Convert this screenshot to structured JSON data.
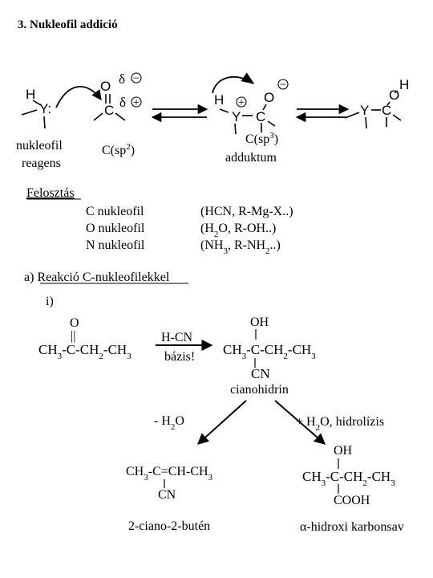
{
  "title": "3. Nukleofil addició",
  "mechanism": {
    "nucleophile_atoms": {
      "h": "H",
      "y": "Y:"
    },
    "carbonyl_atoms": {
      "o": "O",
      "c": "C",
      "delta_minus": "δ",
      "delta_plus": "δ"
    },
    "intermediate_atoms": {
      "h": "H",
      "o": "O",
      "y": "Y",
      "c": "C"
    },
    "product_atoms": {
      "h": "H",
      "o": "O",
      "y": "Y",
      "c": "C"
    },
    "minus_sign": "−",
    "plus_sign": "+"
  },
  "labels": {
    "nucleophile_line1": "nukleofil",
    "nucleophile_line2": "reagens",
    "csp2_main": "C(sp",
    "csp2_sup": "2",
    "csp2_close": ")",
    "csp3_main": "C(sp",
    "csp3_sup": "3",
    "csp3_close": ")",
    "adduct": "adduktum"
  },
  "classification": {
    "heading": "Felosztás",
    "rows": [
      {
        "name": "C nukleofil",
        "example_parts": [
          {
            "t": "(HCN, R-Mg-X..)"
          }
        ]
      },
      {
        "name": "O nukleofil",
        "example_parts": [
          {
            "t": "(H"
          },
          {
            "sub": "2"
          },
          {
            "t": "O, R-OH..)"
          }
        ]
      },
      {
        "name": "N nukleofil",
        "example_parts": [
          {
            "t": "(NH"
          },
          {
            "sub": "3"
          },
          {
            "t": ", R-NH"
          },
          {
            "sub": "2"
          },
          {
            "t": "..)"
          }
        ]
      }
    ]
  },
  "section_a": {
    "prefix": "a) ",
    "heading": "Reakció C-nukleofilekkel",
    "step": "i)"
  },
  "reaction": {
    "reactant_o": "O",
    "reactant_bond": "||",
    "reactant_parts": [
      {
        "t": "CH"
      },
      {
        "sub": "3"
      },
      {
        "t": "-C-CH"
      },
      {
        "sub": "2"
      },
      {
        "t": "-CH"
      },
      {
        "sub": "3"
      }
    ],
    "reagent_top": "H-CN",
    "reagent_bottom": "bázis!",
    "product_oh": "OH",
    "product_parts": [
      {
        "t": "CH"
      },
      {
        "sub": "3"
      },
      {
        "t": "-C-CH"
      },
      {
        "sub": "2"
      },
      {
        "t": "-CH"
      },
      {
        "sub": "3"
      }
    ],
    "product_cn": "CN",
    "product_name": "cianohidrin",
    "left_condition_parts": [
      {
        "t": "- H"
      },
      {
        "sub": "2"
      },
      {
        "t": "O"
      }
    ],
    "right_condition_parts": [
      {
        "t": "+ H"
      },
      {
        "sub": "2"
      },
      {
        "t": "O, hidrolízis"
      }
    ],
    "left_product_parts": [
      {
        "t": "CH"
      },
      {
        "sub": "3"
      },
      {
        "t": "-C=CH-CH"
      },
      {
        "sub": "3"
      }
    ],
    "left_product_cn": "CN",
    "left_product_name": "2-ciano-2-butén",
    "right_product_oh": "OH",
    "right_product_parts": [
      {
        "t": "CH"
      },
      {
        "sub": "3"
      },
      {
        "t": "-C-CH"
      },
      {
        "sub": "2"
      },
      {
        "t": "-CH"
      },
      {
        "sub": "3"
      }
    ],
    "right_product_cooh": "COOH",
    "right_product_name_greek": "α",
    "right_product_name_rest": "-hidroxi karbonsav"
  }
}
